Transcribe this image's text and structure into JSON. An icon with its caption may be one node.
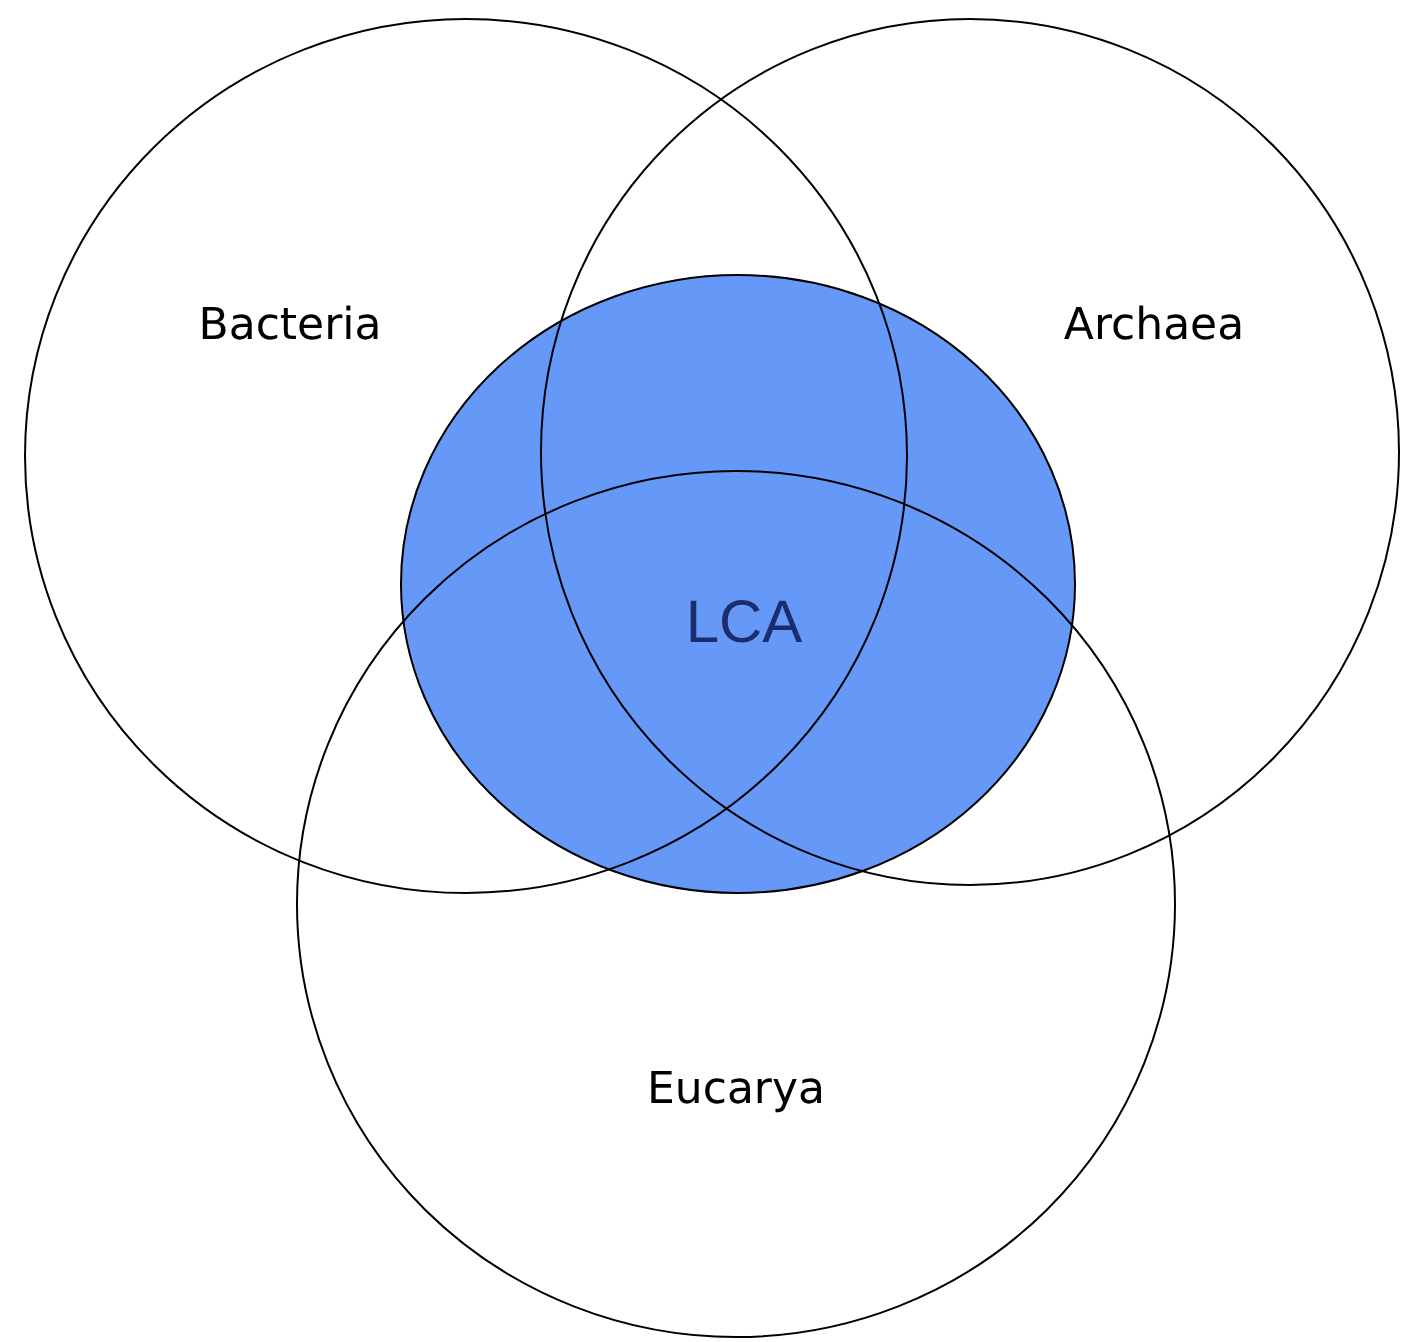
{
  "diagram": {
    "nodes": [
      {
        "text": [
          "Bacteria"
        ]
      },
      {
        "text": [
          "Archaea"
        ]
      },
      {
        "text": [
          "LCA"
        ]
      },
      {
        "text": [
          "Eucarya"
        ]
      }
    ]
  }
}
